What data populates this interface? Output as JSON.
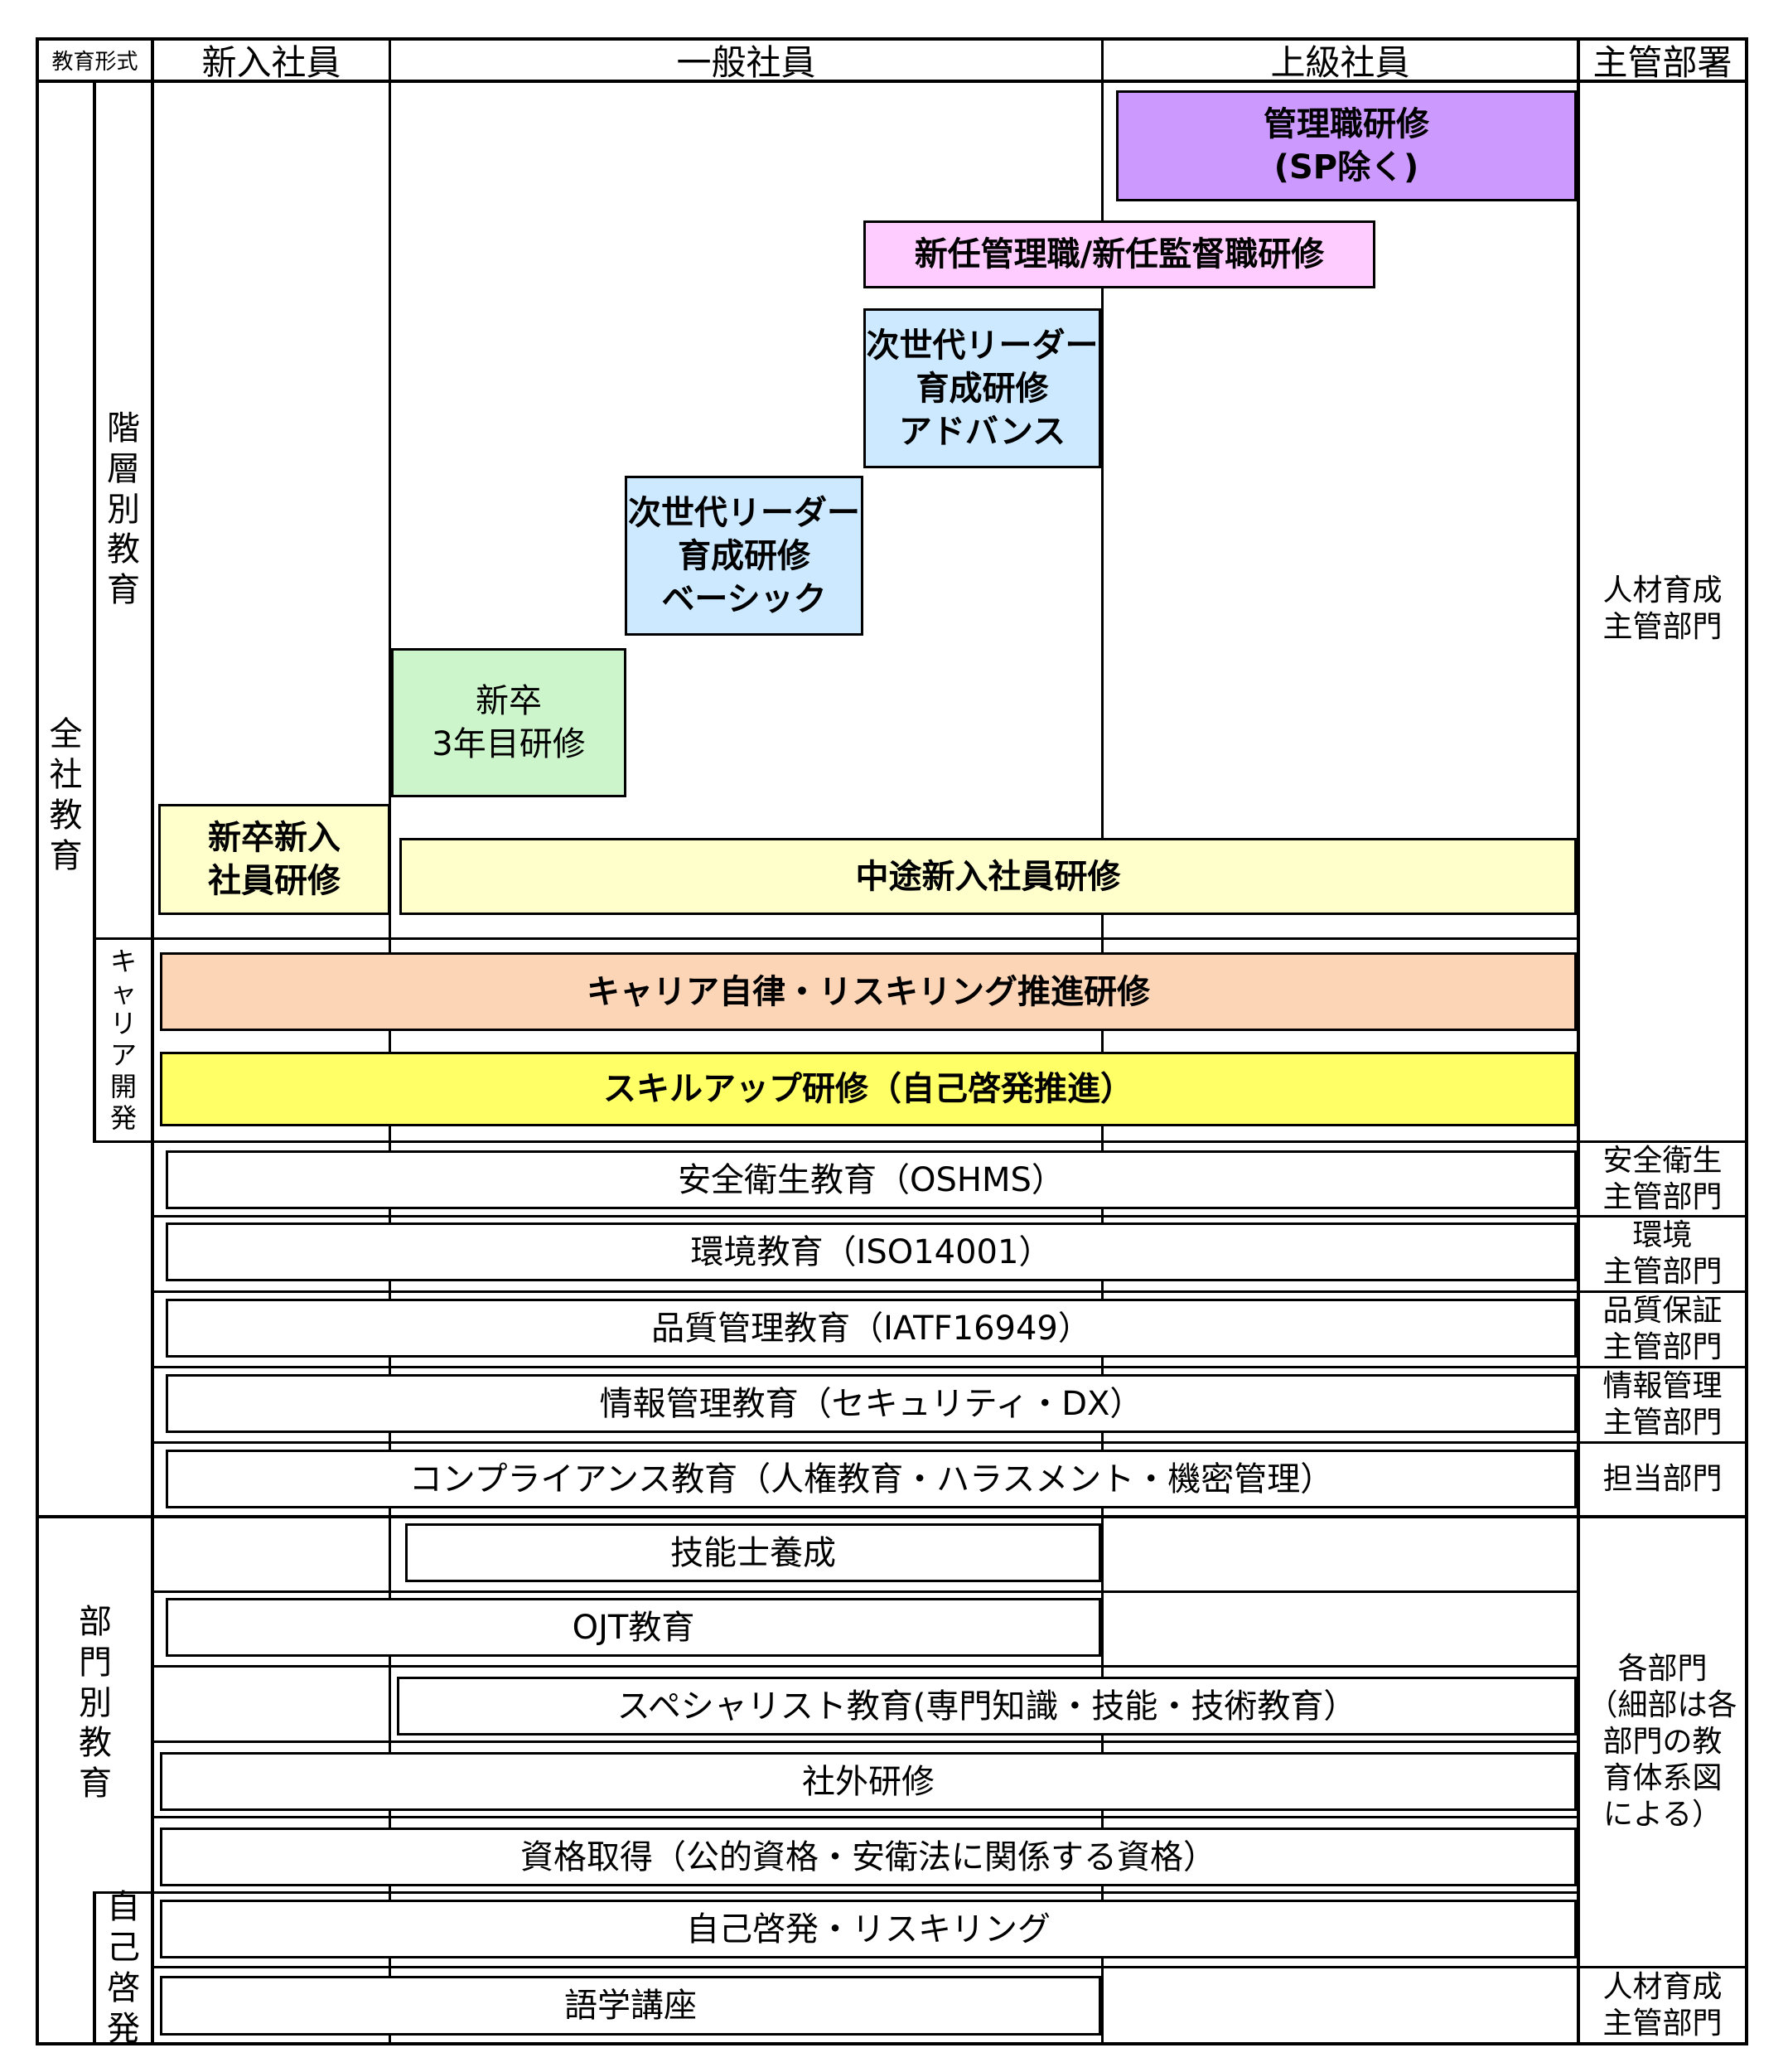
{
  "header": {
    "format_label": "教育形式",
    "col_new": "新入社員",
    "col_general": "一般社員",
    "col_senior": "上級社員",
    "col_dept": "主管部署"
  },
  "sections": {
    "company": "全社教育",
    "hierarchy": "階層別教育",
    "career": "キャリア開発",
    "department": "部門別教育",
    "self": "自己啓発"
  },
  "programs": {
    "manager": "管理職研修\n(SP除く)",
    "new_manager": "新任管理職/新任監督職研修",
    "next_adv": "次世代リーダー\n育成研修\nアドバンス",
    "next_basic": "次世代リーダー\n育成研修\nベーシック",
    "third_year": "新卒\n3年目研修",
    "new_grad": "新卒新入\n社員研修",
    "mid_career": "中途新入社員研修",
    "career_autonomy": "キャリア自律・リスキリング推進研修",
    "skill_up": "スキルアップ研修（自己啓発推進）",
    "safety": "安全衛生教育（OSHMS）",
    "environment": "環境教育（ISO14001）",
    "quality": "品質管理教育（IATF16949）",
    "info": "情報管理教育（セキュリティ・DX）",
    "compliance": "コンプライアンス教育（人権教育・ハラスメント・機密管理）",
    "skilled_worker": "技能士養成",
    "ojt": "OJT教育",
    "specialist": "スペシャリスト教育(専門知識・技能・技術教育）",
    "external": "社外研修",
    "qualification": "資格取得（公的資格・安衛法に関係する資格）",
    "self_reskill": "自己啓発・リスキリング",
    "language": "語学講座"
  },
  "departments": {
    "hr1": "人材育成\n主管部門",
    "safety": "安全衛生\n主管部門",
    "env": "環境\n主管部門",
    "quality": "品質保証\n主管部門",
    "info": "情報管理\n主管部門",
    "resp": "担当部門",
    "each": "各部門\n（細部は各\n部門の教\n育体系図\nによる）",
    "hr2": "人材育成\n主管部門"
  },
  "colors": {
    "manager": "#cc99ff",
    "new_manager": "#ffccff",
    "next_leader": "#cce9ff",
    "third_year": "#ccf5cc",
    "new_entry": "#ffffcc",
    "career_autonomy": "#fbd5b5",
    "skill_up": "#ffff66",
    "plain": "#ffffff"
  }
}
